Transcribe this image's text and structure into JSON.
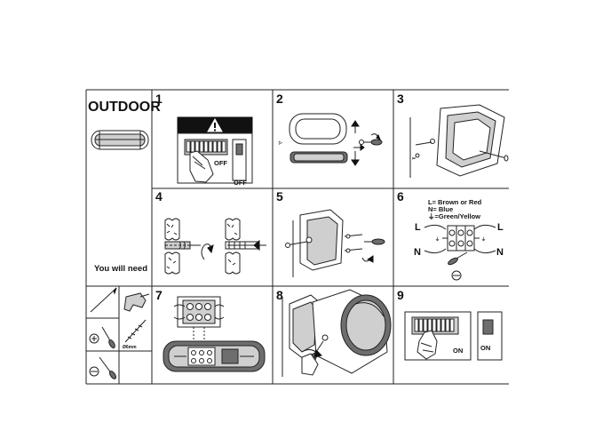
{
  "title": "OUTDOOR",
  "you_will_need": "You will need",
  "tools": {
    "drill_bit_size": "Ø6mm"
  },
  "steps": [
    {
      "number": "1",
      "labels": [
        "OFF",
        "OFF"
      ]
    },
    {
      "number": "2",
      "labels": []
    },
    {
      "number": "3",
      "labels": []
    },
    {
      "number": "4",
      "labels": []
    },
    {
      "number": "5",
      "labels": []
    },
    {
      "number": "6",
      "legend": [
        "L= Brown or Red",
        "N= Blue",
        "⏚=Green/Yellow"
      ],
      "terminals": [
        "L",
        "L",
        "N",
        "N"
      ]
    },
    {
      "number": "7",
      "labels": []
    },
    {
      "number": "8",
      "labels": []
    },
    {
      "number": "9",
      "labels": [
        "ON",
        "ON"
      ]
    }
  ],
  "colors": {
    "line": "#222222",
    "warning_fill": "#111111",
    "background": "#ffffff"
  },
  "icons": [
    "warning-triangle-icon",
    "pencil-icon",
    "drill-icon",
    "masonry-bit-icon",
    "phillips-screwdriver-icon",
    "flat-screwdriver-icon",
    "arrow-icon"
  ]
}
